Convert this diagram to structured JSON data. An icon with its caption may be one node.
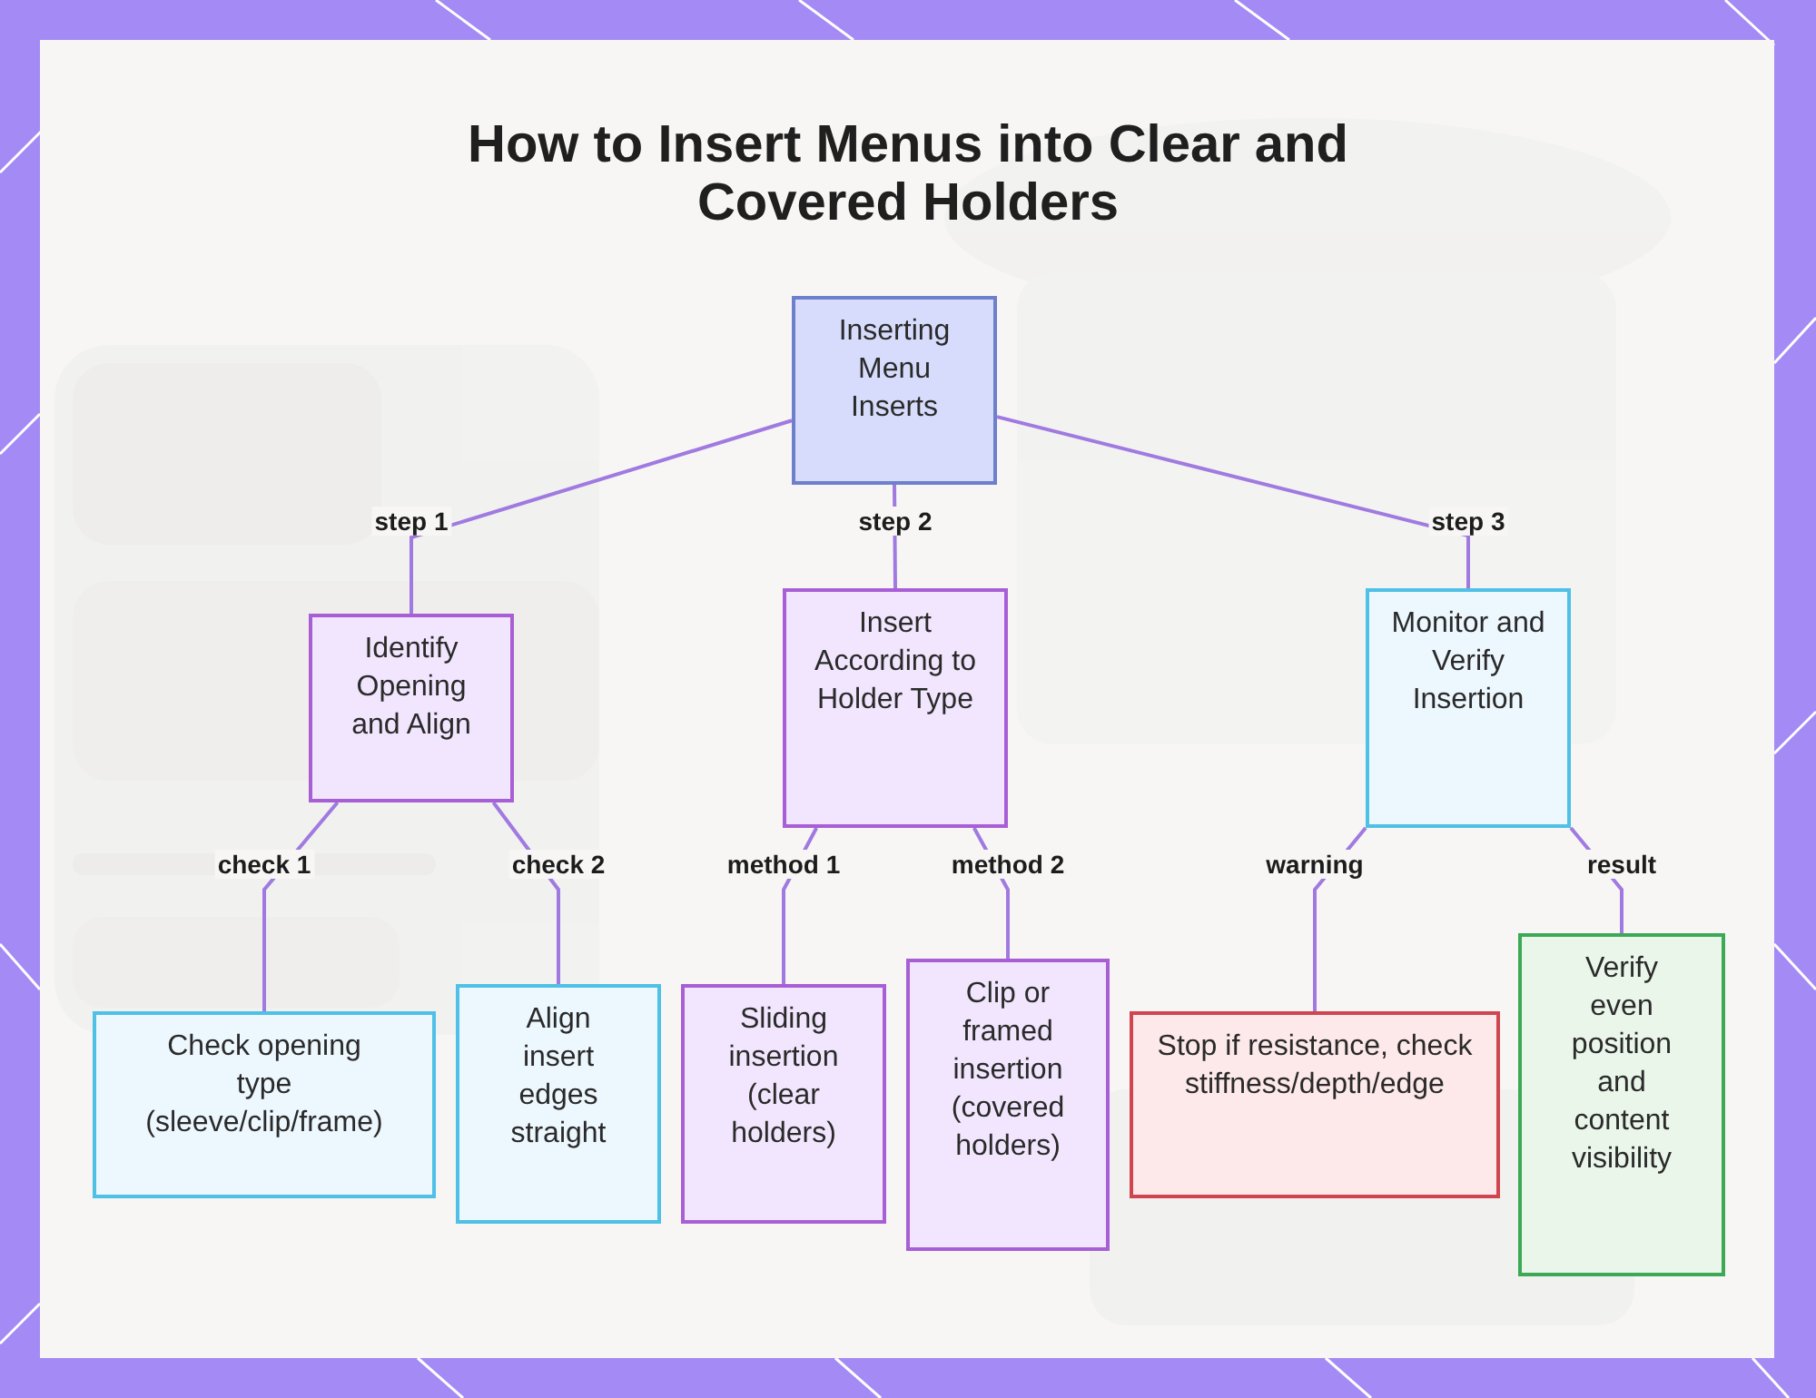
{
  "diagram": {
    "title": "How to Insert Menus into Clear and Covered Holders",
    "nodes": [
      {
        "text": [
          "Inserting Menu Inserts"
        ]
      },
      {
        "text": [
          "Identify Opening and Align"
        ]
      },
      {
        "text": [
          "Insert According to Holder Type"
        ]
      },
      {
        "text": [
          "Monitor and Verify Insertion"
        ]
      },
      {
        "text": [
          "Check opening type (sleeve/clip/frame)"
        ]
      },
      {
        "text": [
          "Align insert edges straight"
        ]
      },
      {
        "text": [
          "Sliding insertion (clear holders)"
        ]
      },
      {
        "text": [
          "Clip or framed insertion (covered holders)"
        ]
      },
      {
        "text": [
          "Stop if resistance, check stiffness/depth/edge"
        ]
      },
      {
        "text": [
          "Verify even position and content visibility"
        ]
      }
    ],
    "edges": [
      {
        "from": 0,
        "to": 1,
        "arrow": "none",
        "label": "step 1"
      },
      {
        "from": 0,
        "to": 2,
        "arrow": "none",
        "label": "step 2"
      },
      {
        "from": 0,
        "to": 3,
        "arrow": "none",
        "label": "step 3"
      },
      {
        "from": 1,
        "to": 4,
        "arrow": "none",
        "label": "check 1"
      },
      {
        "from": 1,
        "to": 5,
        "arrow": "none",
        "label": "check 2"
      },
      {
        "from": 2,
        "to": 6,
        "arrow": "none",
        "label": "method 1"
      },
      {
        "from": 2,
        "to": 7,
        "arrow": "none",
        "label": "method 2"
      },
      {
        "from": 3,
        "to": 8,
        "arrow": "none",
        "label": "warning"
      },
      {
        "from": 3,
        "to": 9,
        "arrow": "none",
        "label": "result"
      }
    ]
  }
}
